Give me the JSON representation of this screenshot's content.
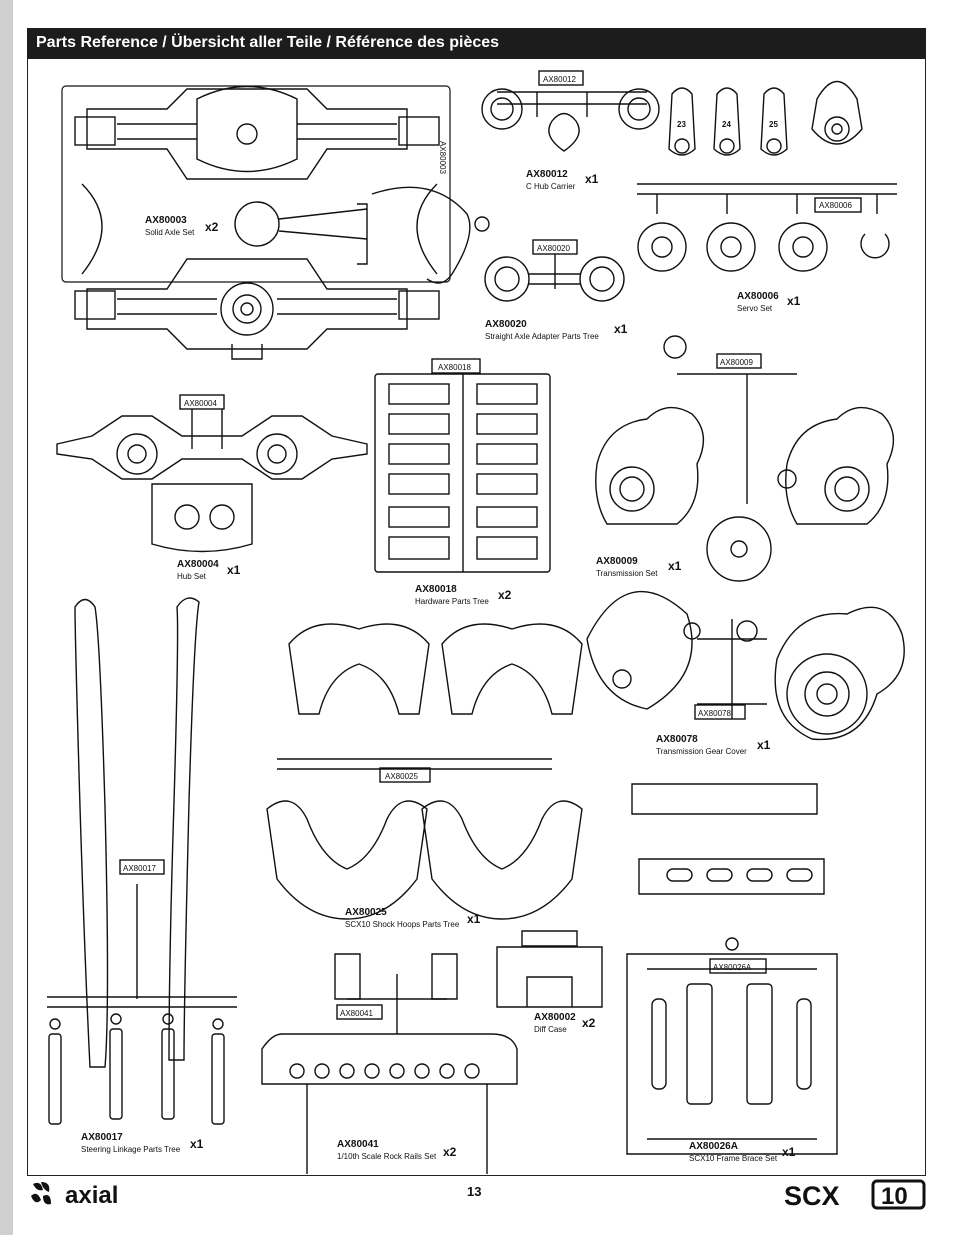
{
  "header": {
    "title": "Parts Reference / Übersicht aller Teile / Référence des pièces"
  },
  "parts": [
    {
      "code": "AX80003",
      "name": "Solid Axle Set",
      "qty": "x2"
    },
    {
      "code": "AX80012",
      "name": "C Hub Carrier",
      "qty": "x1"
    },
    {
      "code": "AX80020",
      "name": "Straight Axle Adapter Parts Tree",
      "qty": "x1"
    },
    {
      "code": "AX80006",
      "name": "Servo Set",
      "qty": "x1"
    },
    {
      "code": "AX80004",
      "name": "Hub Set",
      "qty": "x1"
    },
    {
      "code": "AX80018",
      "name": "Hardware Parts Tree",
      "qty": "x2"
    },
    {
      "code": "AX80009",
      "name": "Transmission Set",
      "qty": "x1"
    },
    {
      "code": "AX80078",
      "name": "Transmission Gear Cover",
      "qty": "x1"
    },
    {
      "code": "AX80025",
      "name": "SCX10 Shock Hoops Parts Tree",
      "qty": "x1"
    },
    {
      "code": "AX80017",
      "name": "Steering Linkage Parts Tree",
      "qty": "x1"
    },
    {
      "code": "AX80041",
      "name": "1/10th Scale Rock Rails Set",
      "qty": "x2"
    },
    {
      "code": "AX80002",
      "name": "Diff Case",
      "qty": "x2"
    },
    {
      "code": "AX80026A",
      "name": "SCX10 Frame Brace Set",
      "qty": "x1"
    }
  ],
  "drawing_tags": {
    "ax80003": "AX80003",
    "ax80012": "AX80012",
    "ax80020": "AX80020",
    "ax80006": "AX80006",
    "ax80004": "AX80004",
    "ax80018": "AX80018",
    "ax80009": "AX80009",
    "ax80078": "AX80078",
    "ax80025": "AX80025",
    "ax80017": "AX80017",
    "ax80041": "AX80041",
    "ax80026a": "AX80026A"
  },
  "servo_numbers": [
    "23",
    "24",
    "25"
  ],
  "footer": {
    "page_number": "13",
    "brand_left": "axial",
    "brand_right_scx": "SCX",
    "brand_right_num": "10"
  }
}
